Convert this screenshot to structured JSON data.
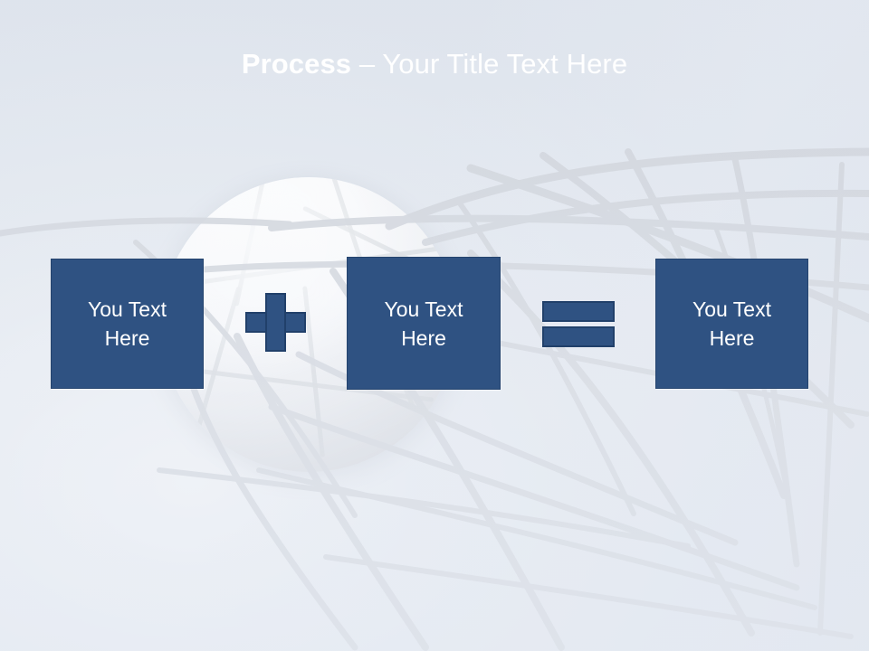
{
  "slide": {
    "title_bold": "Process",
    "title_rest": " – Your Title Text Here",
    "header_color_top": "#24406b",
    "header_color_bottom": "#3a6296",
    "accent_color": "#2f5282",
    "accent_border_color": "#21406a",
    "title_color": "#ffffff",
    "background_description": "soccer-ball-in-goal-net-photo"
  },
  "process": {
    "boxes": [
      {
        "line1": "You Text",
        "line2": "Here"
      },
      {
        "line1": "You Text",
        "line2": "Here"
      },
      {
        "line1": "You Text",
        "line2": "Here"
      }
    ],
    "operators": [
      {
        "name": "plus",
        "symbol": "+"
      },
      {
        "name": "equals",
        "symbol": "="
      }
    ]
  }
}
